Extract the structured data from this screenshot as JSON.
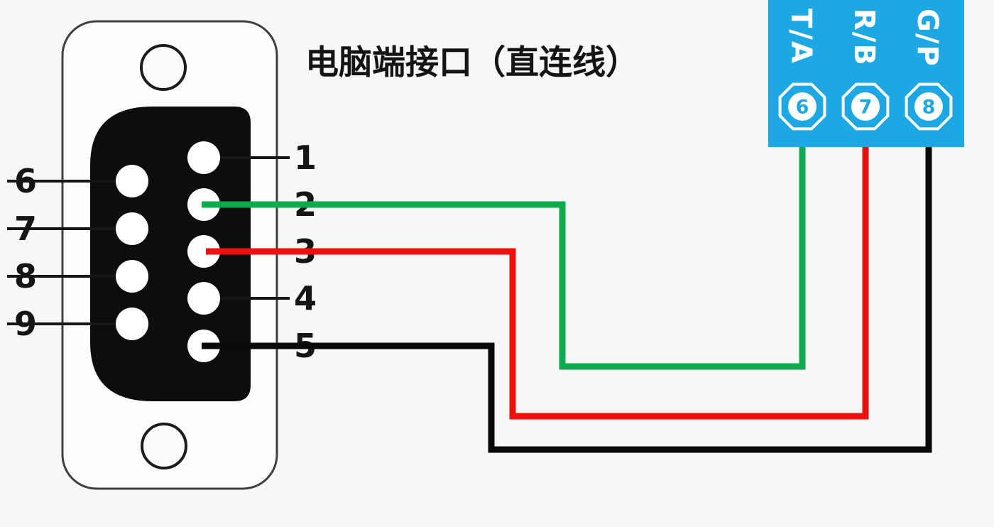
{
  "title": "电脑端接口（直连线）",
  "connector": {
    "left_pin_labels": [
      "6",
      "7",
      "8",
      "9"
    ],
    "right_pin_labels": [
      "1",
      "2",
      "3",
      "4",
      "5"
    ]
  },
  "terminal_block": {
    "color": "#1da7e3",
    "terminals": [
      {
        "label": "T/A",
        "number": "6"
      },
      {
        "label": "R/B",
        "number": "7"
      },
      {
        "label": "G/P",
        "number": "8"
      }
    ]
  },
  "wires": [
    {
      "name": "green-wire",
      "color": "#0fa94e",
      "from_pin": "2",
      "to_terminal": "6"
    },
    {
      "name": "red-wire",
      "color": "#ee0f0f",
      "from_pin": "3",
      "to_terminal": "7"
    },
    {
      "name": "black-wire",
      "color": "#0a0a0a",
      "from_pin": "5",
      "to_terminal": "8"
    }
  ]
}
